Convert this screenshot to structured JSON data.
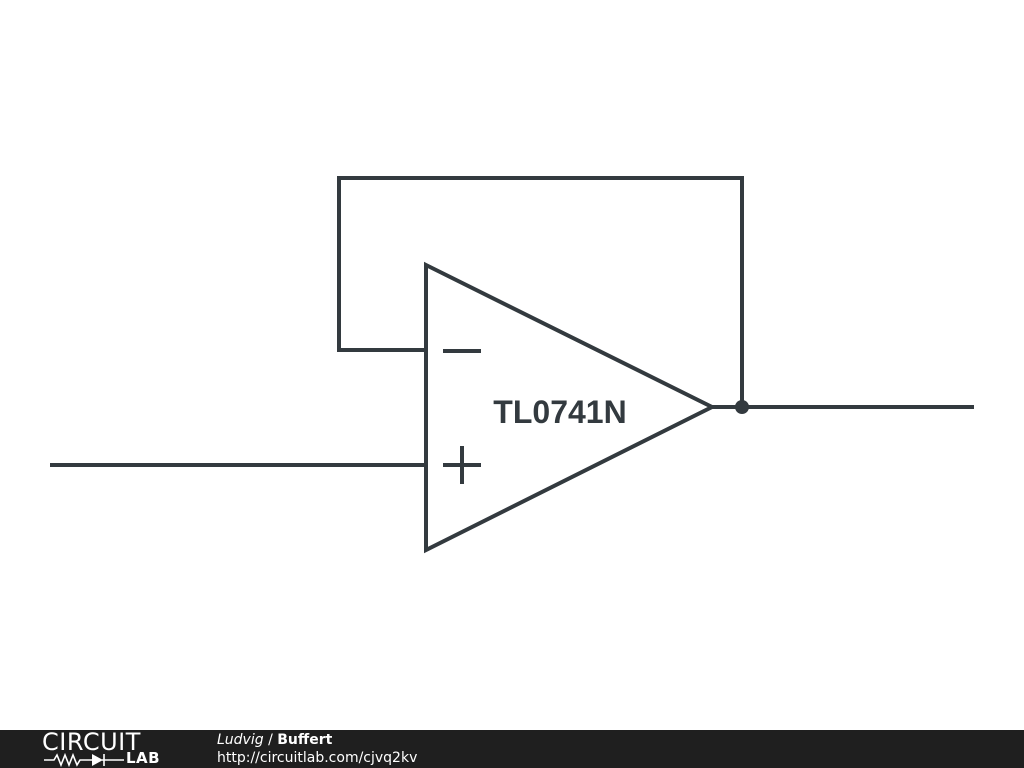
{
  "diagram": {
    "component_label": "TL0741N",
    "inverting_symbol": "−",
    "noninverting_symbol": "+"
  },
  "footer": {
    "logo_top": "CIRCUIT",
    "logo_bottom": "LAB",
    "author": "Ludvig",
    "separator": " / ",
    "title": "Buffert",
    "url": "http://circuitlab.com/cjvq2kv"
  },
  "colors": {
    "wire": "#333a3f",
    "footer_bg": "#1f1f1f",
    "footer_text": "#ffffff"
  }
}
